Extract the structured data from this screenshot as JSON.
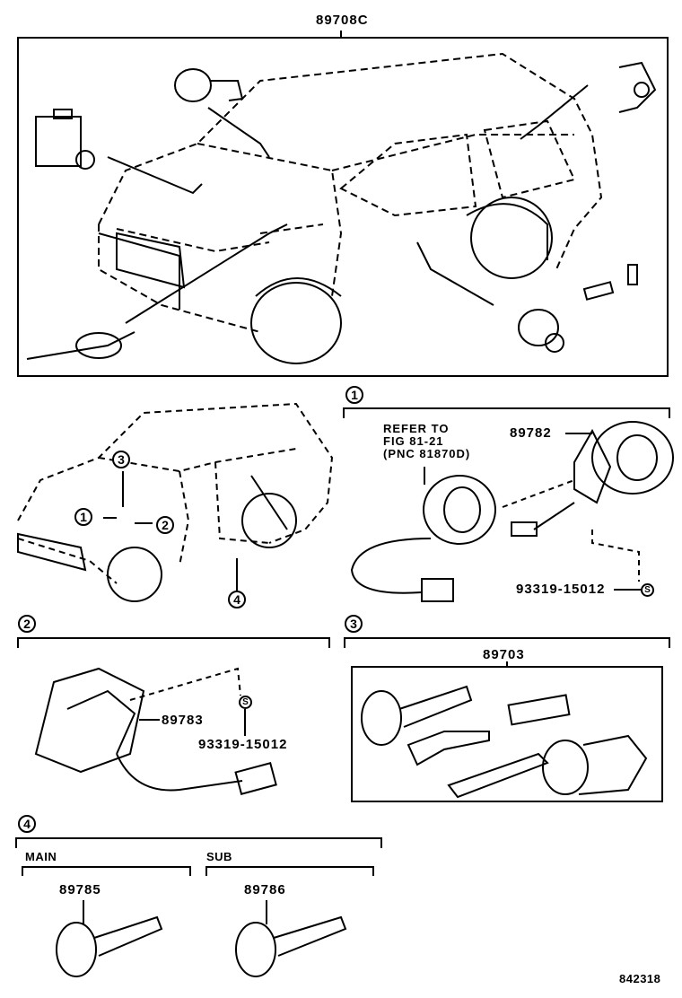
{
  "diagram": {
    "assembly_part_number": "89708C",
    "figure_code": "842318",
    "locator_callouts": [
      "1",
      "2",
      "3",
      "4"
    ],
    "sections": [
      {
        "callout": "1",
        "reference_note": "REFER TO\nFIG 81-21\n(PNC 81870D)",
        "parts": [
          {
            "number": "89782"
          },
          {
            "number": "93319-15012",
            "marker": "S"
          }
        ]
      },
      {
        "callout": "2",
        "parts": [
          {
            "number": "89783"
          },
          {
            "number": "93319-15012",
            "marker": "S"
          }
        ]
      },
      {
        "callout": "3",
        "parts": [
          {
            "number": "89703"
          }
        ]
      },
      {
        "callout": "4",
        "groups": [
          {
            "label": "MAIN",
            "part_number": "89785"
          },
          {
            "label": "SUB",
            "part_number": "89786"
          }
        ]
      }
    ]
  }
}
